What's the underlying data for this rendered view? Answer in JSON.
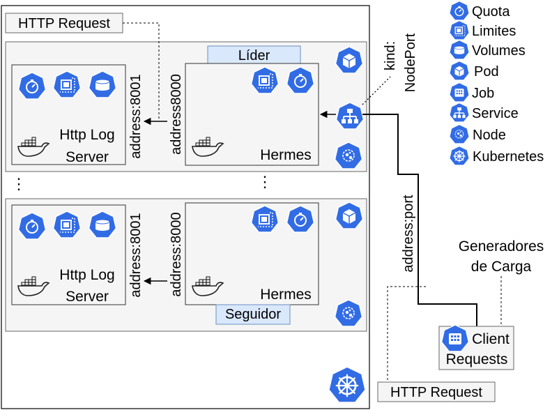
{
  "colors": {
    "k8s_blue": "#326CE5",
    "panel_fill": "#F5F5F5",
    "leader_tag_fill": "#DAE8FC",
    "leader_tag_stroke": "#6C8EBF",
    "label_box_fill": "#F5F5F5",
    "label_box_stroke": "#666666"
  },
  "http_request_top": "HTTP Request",
  "http_request_bottom": "HTTP Request",
  "leader_label": "Líder",
  "follower_label": "Seguidor",
  "kind_label": "kind:",
  "nodeport_label": "NodePort",
  "address_port_label": "address:port",
  "ellipsis": "⋮",
  "load_generators": {
    "line1": "Generadores",
    "line2": "de Carga"
  },
  "client_requests": {
    "line1": "Client",
    "line2": "Requests"
  },
  "pods": [
    {
      "log_server": {
        "line1": "Http Log",
        "line2": "Server"
      },
      "hermes": "Hermes",
      "address_8001": "address:8001",
      "address_8000": "address8000"
    },
    {
      "log_server": {
        "line1": "Http Log",
        "line2": "Server"
      },
      "hermes": "Hermes",
      "address_8001": "address:8001",
      "address_8000": "address:8000"
    }
  ],
  "legend": [
    {
      "icon": "quota-icon",
      "label": "Quota"
    },
    {
      "icon": "limits-icon",
      "label": "Limites"
    },
    {
      "icon": "volumes-icon",
      "label": "Volumes"
    },
    {
      "icon": "pod-icon",
      "label": "Pod"
    },
    {
      "icon": "job-icon",
      "label": "Job"
    },
    {
      "icon": "service-icon",
      "label": "Service"
    },
    {
      "icon": "node-icon",
      "label": "Node"
    },
    {
      "icon": "kubernetes-icon",
      "label": "Kubernetes"
    }
  ]
}
